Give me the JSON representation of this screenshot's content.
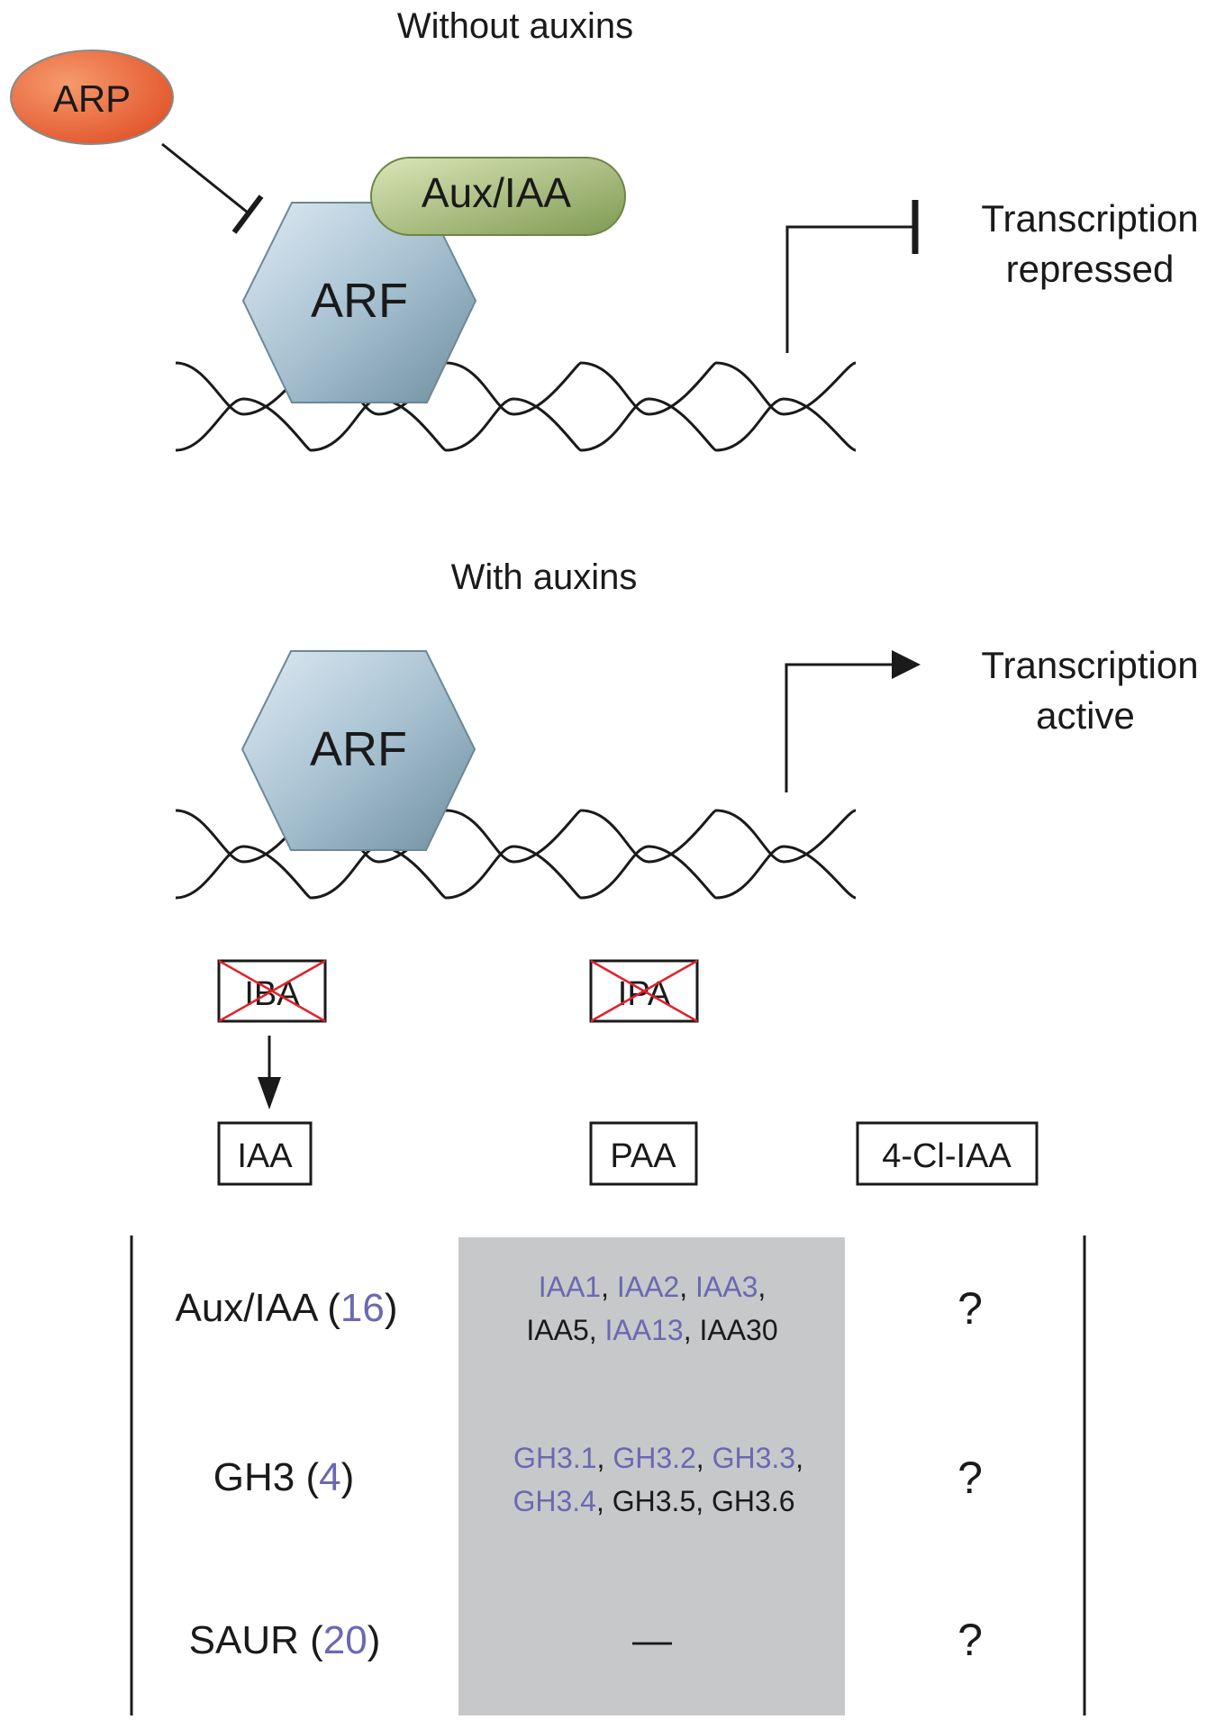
{
  "without_auxins": {
    "title": "Without auxins",
    "arp_label": "ARP",
    "aux_iaa_label": "Aux/IAA",
    "arf_label": "ARF",
    "transcription_line1": "Transcription",
    "transcription_line2": "repressed"
  },
  "with_auxins": {
    "title": "With auxins",
    "arf_label": "ARF",
    "transcription_line1": "Transcription",
    "transcription_line2": "active"
  },
  "auxins": {
    "iba": "IBA",
    "ipa": "IPA",
    "iaa": "IAA",
    "paa": "PAA",
    "cl_iaa": "4-Cl-IAA"
  },
  "colors": {
    "highlight_blue": "#6b68b3",
    "arp_orange": "#ee6030",
    "aux_iaa_green": "#a9bd7e",
    "arf_blue": "#9fbccc",
    "table_gray": "#c7c8ca",
    "cross_red": "#e3202a"
  },
  "table": {
    "rows": [
      {
        "family": "Aux/IAA",
        "count": "16",
        "paa_line1": [
          {
            "text": "IAA1",
            "blue": true
          },
          {
            "text": ", ",
            "blue": false
          },
          {
            "text": "IAA2",
            "blue": true
          },
          {
            "text": ", ",
            "blue": false
          },
          {
            "text": "IAA3",
            "blue": true
          },
          {
            "text": ",",
            "blue": false
          }
        ],
        "paa_line2": [
          {
            "text": "IAA5, ",
            "blue": false
          },
          {
            "text": "IAA13",
            "blue": true
          },
          {
            "text": ", IAA30",
            "blue": false
          }
        ],
        "cl_iaa": "?"
      },
      {
        "family": "GH3",
        "count": "4",
        "paa_line1": [
          {
            "text": "GH3.1",
            "blue": true
          },
          {
            "text": ", ",
            "blue": false
          },
          {
            "text": "GH3.2",
            "blue": true
          },
          {
            "text": ", ",
            "blue": false
          },
          {
            "text": "GH3.3",
            "blue": true
          },
          {
            "text": ",",
            "blue": false
          }
        ],
        "paa_line2": [
          {
            "text": "GH3.4",
            "blue": true
          },
          {
            "text": ", GH3.5, GH3.6",
            "blue": false
          }
        ],
        "cl_iaa": "?"
      },
      {
        "family": "SAUR",
        "count": "20",
        "paa_dash": "—",
        "cl_iaa": "?"
      }
    ]
  }
}
